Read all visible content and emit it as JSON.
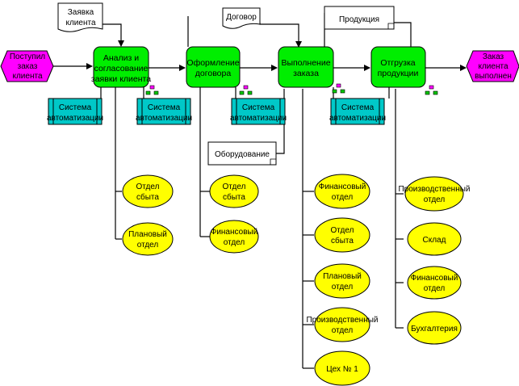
{
  "events": {
    "start": [
      "Поступил",
      "заказ",
      "клиента"
    ],
    "end": [
      "Заказ",
      "клиента",
      "выполнен"
    ]
  },
  "functions": [
    {
      "lines": [
        "Анализ и",
        "согласование",
        "заявки клиента"
      ]
    },
    {
      "lines": [
        "Оформление",
        "договора"
      ]
    },
    {
      "lines": [
        "Выполнение",
        "заказа"
      ]
    },
    {
      "lines": [
        "Отгрузка",
        "продукции"
      ]
    }
  ],
  "documents": [
    {
      "lines": [
        "Заявка",
        "клиента"
      ]
    },
    {
      "lines": [
        "Договор"
      ]
    },
    {
      "lines": [
        "Продукция"
      ]
    },
    {
      "lines": [
        "Оборудование"
      ]
    }
  ],
  "systems": [
    {
      "lines": [
        "Система",
        "автоматизации"
      ]
    },
    {
      "lines": [
        "Система",
        "автоматизации"
      ]
    },
    {
      "lines": [
        "Система",
        "автоматизации"
      ]
    },
    {
      "lines": [
        "Система",
        "автоматизации"
      ]
    }
  ],
  "departments": [
    [
      {
        "lines": [
          "Отдел",
          "сбыта"
        ]
      },
      {
        "lines": [
          "Плановый",
          "отдел"
        ]
      }
    ],
    [
      {
        "lines": [
          "Отдел",
          "сбыта"
        ]
      },
      {
        "lines": [
          "Финансовый",
          "отдел"
        ]
      }
    ],
    [
      {
        "lines": [
          "Финансовый",
          "отдел"
        ]
      },
      {
        "lines": [
          "Отдел",
          "сбыта"
        ]
      },
      {
        "lines": [
          "Плановый",
          "отдел"
        ]
      },
      {
        "lines": [
          "Производственный",
          "отдел"
        ]
      },
      {
        "lines": [
          "Цех № 1"
        ]
      }
    ],
    [
      {
        "lines": [
          "Производственный",
          "отдел"
        ]
      },
      {
        "lines": [
          "Склад"
        ]
      },
      {
        "lines": [
          "Финансовый",
          "отдел"
        ]
      },
      {
        "lines": [
          "Бухгалтерия"
        ]
      }
    ]
  ],
  "colors": {
    "function": "#00ee00",
    "event": "#ff00ff",
    "system": "#00c8c8",
    "department": "#ffff00",
    "document": "#ffffff",
    "line": "#000000"
  }
}
